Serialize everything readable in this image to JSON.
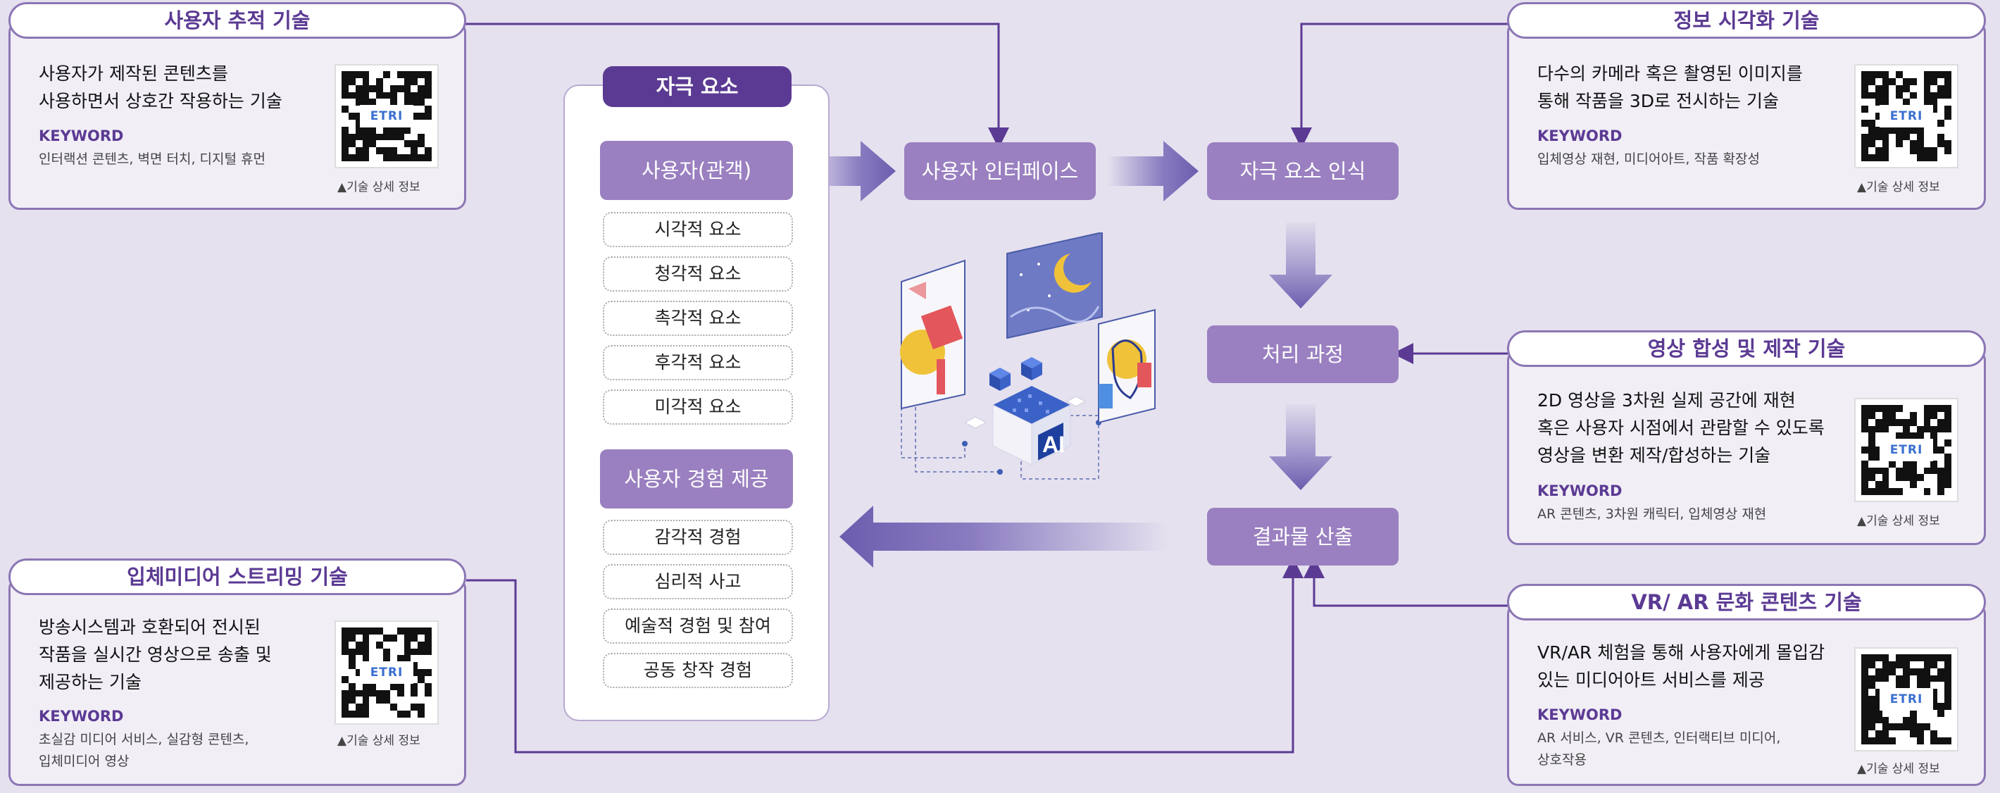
{
  "cards": {
    "tracking": {
      "title": "사용자 추적 기술",
      "desc": "사용자가 제작된 콘텐츠를\n사용하면서 상호간 작용하는 기술",
      "keyword_label": "KEYWORD",
      "keywords": "인터랙션 콘텐츠, 벽면 터치, 디지털 휴먼",
      "qr_text": "ETRI",
      "qr_caption": "▲기술 상세 정보"
    },
    "visualization": {
      "title": "정보 시각화 기술",
      "desc": "다수의 카메라 혹은 촬영된 이미지를\n통해 작품을 3D로 전시하는 기술",
      "keyword_label": "KEYWORD",
      "keywords": "입체영상 재현, 미디어아트, 작품 확장성",
      "qr_text": "ETRI",
      "qr_caption": "▲기술 상세 정보"
    },
    "synthesis": {
      "title": "영상 합성 및 제작 기술",
      "desc": "2D 영상을 3차원 실제 공간에 재현\n혹은 사용자 시점에서 관람할 수 있도록\n영상을 변환 제작/합성하는 기술",
      "keyword_label": "KEYWORD",
      "keywords": "AR 콘텐츠, 3차원 캐릭터, 입체영상 재현",
      "qr_text": "ETRI",
      "qr_caption": "▲기술 상세 정보"
    },
    "streaming": {
      "title": "입체미디어 스트리밍 기술",
      "desc": "방송시스템과 호환되어 전시된\n작품을 실시간 영상으로 송출 및\n제공하는 기술",
      "keyword_label": "KEYWORD",
      "keywords": "초실감 미디어 서비스, 실감형 콘텐츠,\n입체미디어 영상",
      "qr_text": "ETRI",
      "qr_caption": "▲기술 상세 정보"
    },
    "vrar": {
      "title": "VR/ AR 문화 콘텐츠 기술",
      "desc": "VR/AR 체험을 통해 사용자에게 몰입감\n있는 미디어아트 서비스를 제공",
      "keyword_label": "KEYWORD",
      "keywords": "AR 서비스, VR 콘텐츠, 인터랙티브 미디어,\n상호작용",
      "qr_text": "ETRI",
      "qr_caption": "▲기술 상세 정보"
    }
  },
  "stimulus": {
    "header": "자극 요소",
    "user_box": "사용자(관객)",
    "elements": [
      "시각적 요소",
      "청각적 요소",
      "촉각적 요소",
      "후각적 요소",
      "미각적 요소"
    ],
    "experience_box": "사용자 경험 제공",
    "experiences": [
      "감각적 경험",
      "심리적 사고",
      "예술적 경험 및 참여",
      "공동 창작 경험"
    ]
  },
  "flow": {
    "ui": "사용자 인터페이스",
    "recognition": "자극 요소 인식",
    "processing": "처리 과정",
    "output": "결과물 산출"
  },
  "illustration": {
    "ai_label": "AI"
  },
  "colors": {
    "accent": "#5b3a93",
    "box": "#9a80c0",
    "arrow": "#7a6ab8",
    "line": "#5b3a93",
    "background": "#e6e1ef"
  }
}
